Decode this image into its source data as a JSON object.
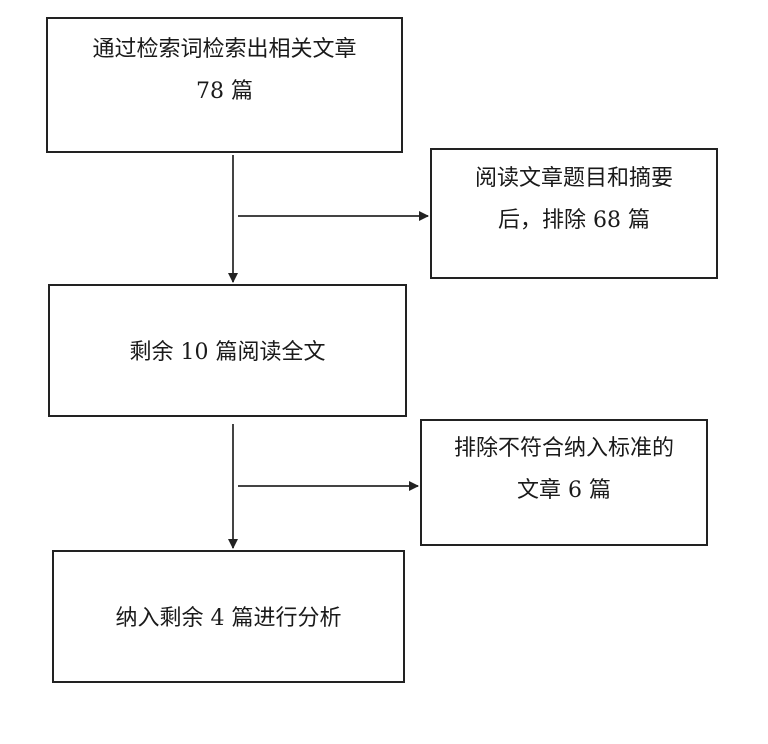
{
  "flowchart": {
    "search": {
      "line1": "通过检索词检索出相关文章",
      "line2": "78 篇"
    },
    "exclude_title": {
      "line1": "阅读文章题目和摘要",
      "line2": "后，排除 68 篇"
    },
    "fulltext": {
      "text": "剩余 10 篇阅读全文"
    },
    "exclude_criteria": {
      "line1": "排除不符合纳入标准的",
      "line2": "文章 6 篇"
    },
    "analysis": {
      "text": "纳入剩余 4 篇进行分析"
    }
  }
}
